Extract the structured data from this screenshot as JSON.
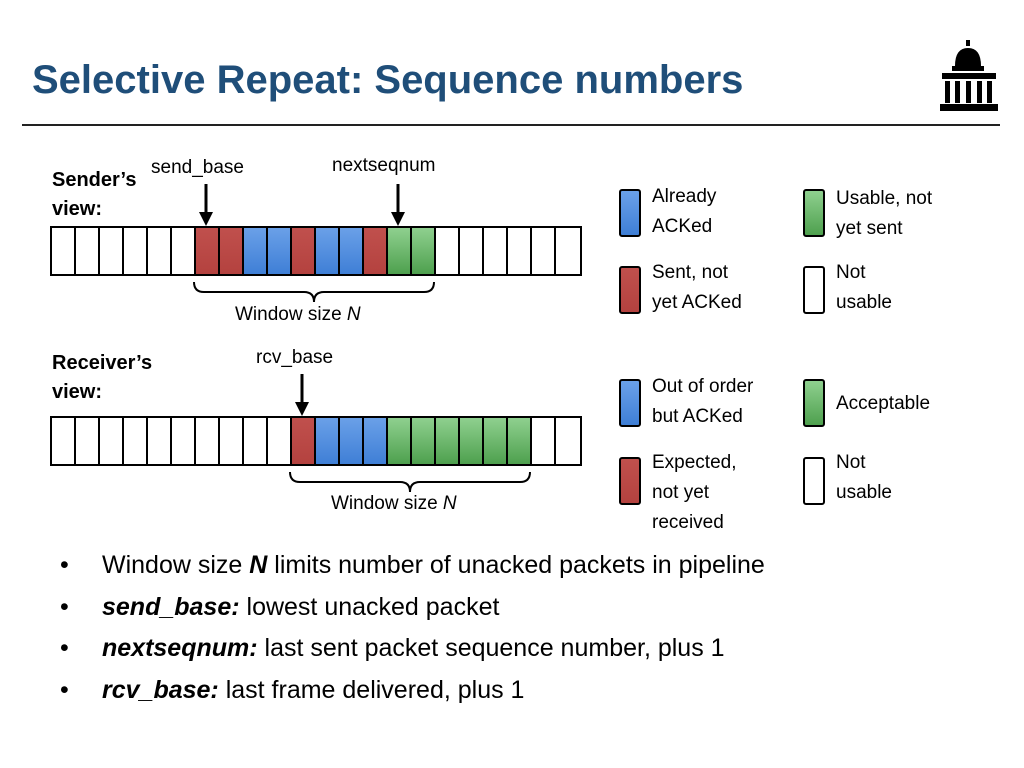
{
  "slide": {
    "title": "Selective Repeat: Sequence numbers"
  },
  "sender": {
    "label_line1": "Sender’s",
    "label_line2": "view:",
    "send_base_label": "send_base",
    "nextseqnum_label": "nextseqnum",
    "window_label": "Window size ",
    "window_var": "N",
    "cells": [
      "white",
      "white",
      "white",
      "white",
      "white",
      "white",
      "red",
      "red",
      "blue",
      "blue",
      "red",
      "blue",
      "blue",
      "red",
      "green",
      "green",
      "white",
      "white",
      "white",
      "white",
      "white",
      "white"
    ]
  },
  "receiver": {
    "label_line1": "Receiver’s",
    "label_line2": "view:",
    "rcv_base_label": "rcv_base",
    "window_label": "Window size ",
    "window_var": "N",
    "cells": [
      "white",
      "white",
      "white",
      "white",
      "white",
      "white",
      "white",
      "white",
      "white",
      "white",
      "red",
      "blue",
      "blue",
      "blue",
      "green",
      "green",
      "green",
      "green",
      "green",
      "green",
      "white",
      "white"
    ]
  },
  "sender_legend": [
    {
      "color": "blue",
      "line1": "Already",
      "line2": "ACKed"
    },
    {
      "color": "green",
      "line1": "Usable, not",
      "line2": "yet sent"
    },
    {
      "color": "red",
      "line1": "Sent, not",
      "line2": "yet ACKed"
    },
    {
      "color": "white",
      "line1": "Not",
      "line2": "usable"
    }
  ],
  "receiver_legend": [
    {
      "color": "blue",
      "line1": "Out of order",
      "line2": "but ACKed"
    },
    {
      "color": "green",
      "line1": "Acceptable"
    },
    {
      "color": "red",
      "line1": "Expected,",
      "line2": "not yet",
      "line3": "received"
    },
    {
      "color": "white",
      "line1": "Not",
      "line2": "usable"
    }
  ],
  "bullets": [
    {
      "pre": "Window size ",
      "em": "N",
      "post": " limits number of unacked packets in pipeline"
    },
    {
      "em": "send_base:",
      "post": " lowest unacked packet"
    },
    {
      "em": "nextseqnum:",
      "post": " last sent packet sequence number, plus 1"
    },
    {
      "em": "rcv_base:",
      "post": " last frame delivered, plus 1"
    }
  ],
  "bullet_glyph": "•",
  "icons": {
    "logo": "capitol-dome-icon"
  },
  "colors": {
    "title": "#1f4e79",
    "red": "#c0504d",
    "blue": "#4f86d9",
    "green": "#6cbf6c"
  }
}
